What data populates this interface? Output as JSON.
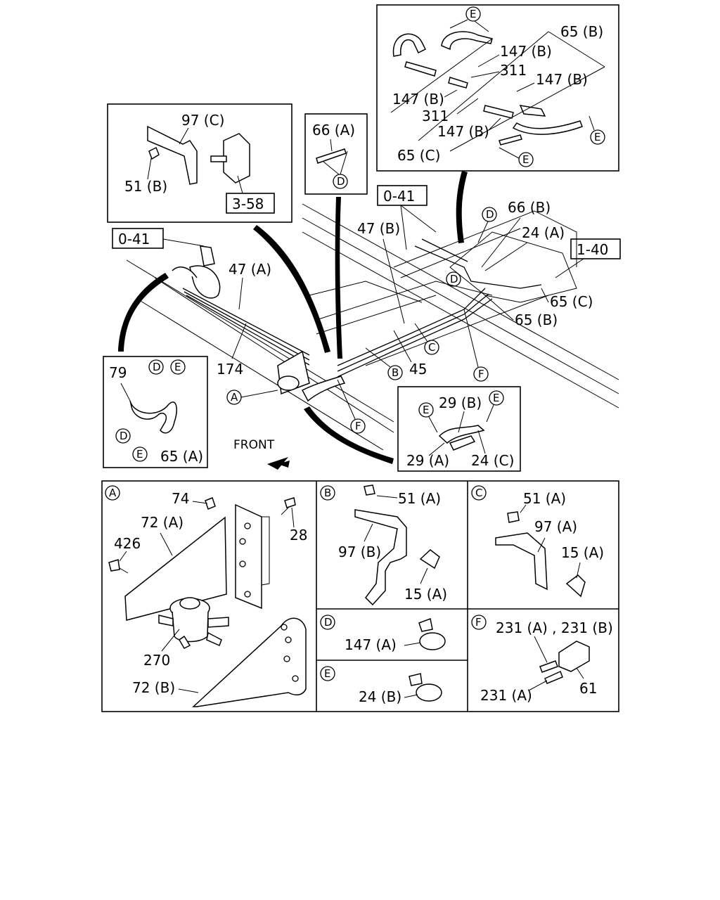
{
  "insets": {
    "clamp_top_left": {
      "part": "97 (C)",
      "nut": "51 (B)",
      "ref": "3-58"
    },
    "hose_66a": {
      "part": "66 (A)",
      "clip": "D"
    },
    "top_right": {
      "hose_65b": "65 (B)",
      "clip_147b_1": "147 (B)",
      "pipe_311_1": "311",
      "clip_147b_2": "147 (B)",
      "clip_147b_3": "147 (B)",
      "pipe_311_2": "311",
      "clip_147b_4": "147 (B)",
      "hose_65c": "65 (C)",
      "clip_e": "E"
    },
    "left_bottom": {
      "part_79": "79",
      "clip_d": "D",
      "clip_e": "E",
      "hose_65a": "65 (A)"
    },
    "right_bottom": {
      "part_29b": "29 (B)",
      "part_29a": "29 (A)",
      "part_24c": "24 (C)",
      "clip_e": "E"
    }
  },
  "main": {
    "ref_041_left": "0-41",
    "ref_041_right": "0-41",
    "ref_140": "1-40",
    "pipe_47a": "47 (A)",
    "pipe_47b": "47 (B)",
    "hose_66b": "66 (B)",
    "clip_24a": "24 (A)",
    "hose_65c": "65 (C)",
    "hose_65b": "65 (B)",
    "pipe_174": "174",
    "pipe_45": "45",
    "front_label": "FRONT",
    "callouts": {
      "a": "A",
      "b": "B",
      "c": "C",
      "d": "D",
      "f": "F"
    }
  },
  "details": {
    "a": {
      "id": "A",
      "nut": "74",
      "bracket": "72 (A)",
      "bolt_28": "28",
      "bolt_426": "426",
      "filter": "270",
      "bracket_b": "72 (B)"
    },
    "b": {
      "id": "B",
      "nut": "51 (A)",
      "bracket": "97 (B)",
      "clamp": "15 (A)"
    },
    "c": {
      "id": "C",
      "nut": "51 (A)",
      "bracket": "97 (A)",
      "clamp": "15 (A)"
    },
    "d": {
      "id": "D",
      "clip": "147 (A)"
    },
    "e": {
      "id": "E",
      "clip": "24 (B)"
    },
    "f": {
      "id": "F",
      "pipe_top": "231 (A) , 231 (B)",
      "pipe_bottom": "231 (A)",
      "grommet": "61"
    }
  }
}
